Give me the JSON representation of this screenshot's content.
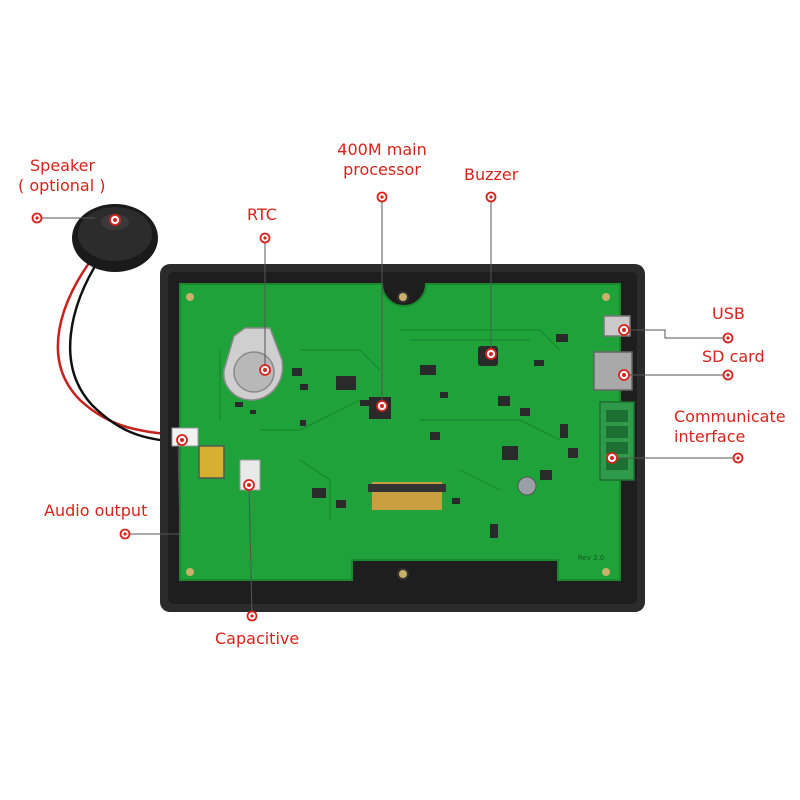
{
  "labels": {
    "speaker_line1": "Speaker",
    "speaker_line2": "( optional )",
    "rtc": "RTC",
    "processor_line1": "400M main",
    "processor_line2": "processor",
    "buzzer": "Buzzer",
    "usb": "USB",
    "sd_card": "SD card",
    "communicate_line1": "Communicate",
    "communicate_line2": "interface",
    "audio_output": "Audio output",
    "capacitive": "Capacitive"
  },
  "colors": {
    "label_red": "#d8231c",
    "enclosure": "#2b2b2b",
    "pcb_green": "#1fa23a",
    "connector_green": "#2f9a4a",
    "display_connector": "#c8a040"
  },
  "board_marking": "Rev 2.0"
}
